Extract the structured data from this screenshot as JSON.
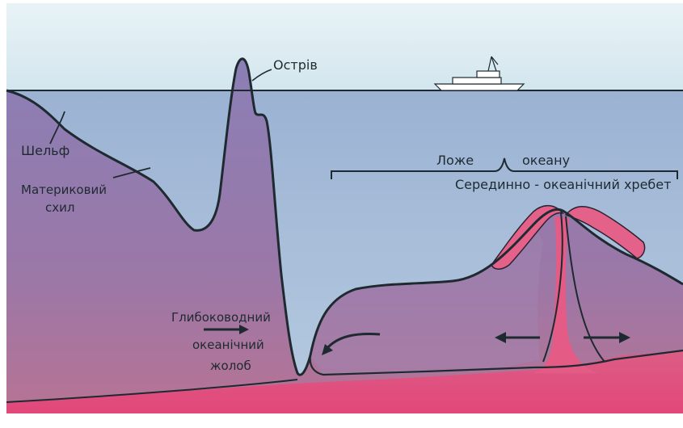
{
  "labels": {
    "island": "Острів",
    "shelf": "Шельф",
    "slope_line1": "Материковий",
    "slope_line2": "схил",
    "ocean_bed_word1": "Ложе",
    "ocean_bed_word2": "океану",
    "ridge": "Серединно - океанічний хребет",
    "trench_line1": "Глибоководний",
    "trench_line2": "океанічний",
    "trench_line3": "жолоб"
  },
  "colors": {
    "sky": "#d7eaf0",
    "water": "#a6bdd6",
    "crust": "#8f7bb0",
    "mantle": "#e0567f",
    "magma": "#e45b86",
    "outline": "#1e2a30"
  },
  "icons": [
    "ship-icon",
    "arrow-right-icon",
    "arrow-left-icon",
    "arrow-curved-icon"
  ]
}
